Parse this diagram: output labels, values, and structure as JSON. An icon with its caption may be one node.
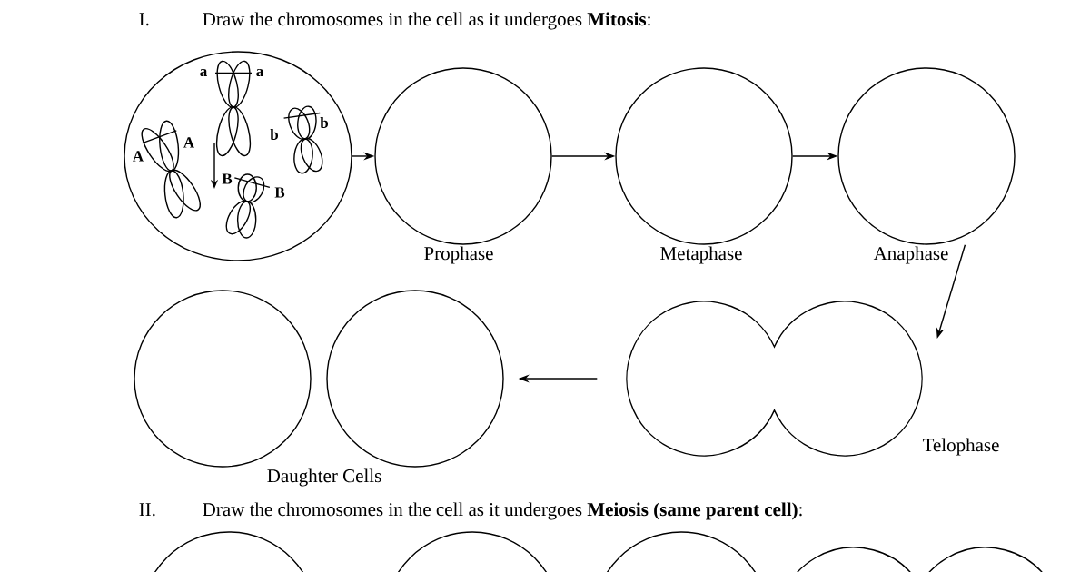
{
  "diagram": {
    "nodes": [
      {
        "text": [],
        "shape": "circle"
      },
      {
        "text": [],
        "shape": "circle",
        "beside": [
          "Prophase"
        ]
      },
      {
        "text": [],
        "shape": "circle",
        "beside": [
          "Metaphase"
        ]
      },
      {
        "text": [],
        "shape": "circle",
        "beside": [
          "Anaphase"
        ]
      },
      {
        "text": [],
        "shape": "circle",
        "beside": [
          "Telophase"
        ]
      },
      {
        "text": [],
        "shape": "circle"
      },
      {
        "text": [],
        "shape": "circle"
      },
      {
        "text": [],
        "shape": "circle"
      },
      {
        "text": [],
        "shape": "circle"
      },
      {
        "text": [],
        "shape": "circle"
      },
      {
        "text": [],
        "shape": "circle"
      }
    ],
    "edges": [
      {
        "from": 0,
        "to": 1,
        "arrow": "to"
      },
      {
        "from": 1,
        "to": 2,
        "arrow": "to"
      },
      {
        "from": 2,
        "to": 3,
        "arrow": "to"
      },
      {
        "from": 3,
        "to": 4,
        "arrow": "to"
      },
      {
        "from": 4,
        "to": 6,
        "arrow": "to"
      }
    ],
    "labels": [
      "I.",
      "Draw the chromosomes in the cell as it undergoes **Mitosis**:",
      "a",
      "a",
      "b",
      "b",
      "A",
      "A",
      "B",
      "B",
      "Daughter Cells",
      "II.",
      "Draw the chromosomes in the cell as it undergoes **Meiosis (same parent cell)**:"
    ]
  }
}
